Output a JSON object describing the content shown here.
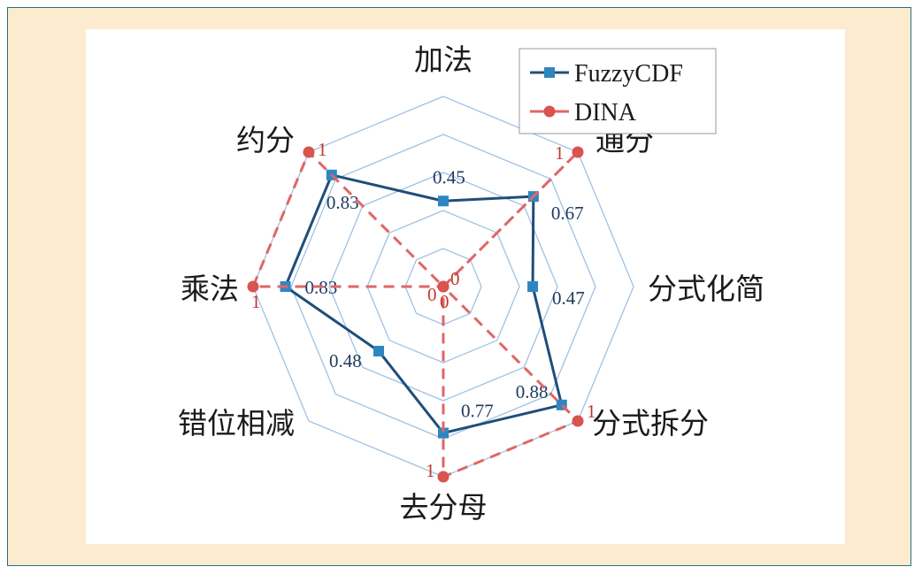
{
  "chart_data": {
    "type": "radar",
    "axes": [
      "加法",
      "通分",
      "分式化简",
      "分式拆分",
      "去分母",
      "错位相减",
      "乘法",
      "约分"
    ],
    "rlim": [
      0,
      1
    ],
    "rings": 5,
    "series": [
      {
        "name": "FuzzyCDF",
        "values": [
          0.45,
          0.67,
          0.47,
          0.88,
          0.77,
          0.48,
          0.83,
          0.83
        ],
        "labels": [
          "0.45",
          "0.67",
          "0.47",
          "0.88",
          "0.77",
          "0.48",
          "0.83",
          "0.83"
        ],
        "color": "#1f4e79",
        "marker": "square",
        "marker_color": "#2e86c1",
        "line": "solid"
      },
      {
        "name": "DINA",
        "values": [
          0,
          1,
          0,
          1,
          1,
          0,
          1,
          1
        ],
        "labels": [
          "0",
          "1",
          "0",
          "1",
          "1",
          "0",
          "1",
          "1"
        ],
        "color": "#e06666",
        "marker": "circle",
        "marker_color": "#d9534f",
        "line": "dashed"
      }
    ],
    "legend": "top-right",
    "grid_color": "#9ec3e6"
  }
}
